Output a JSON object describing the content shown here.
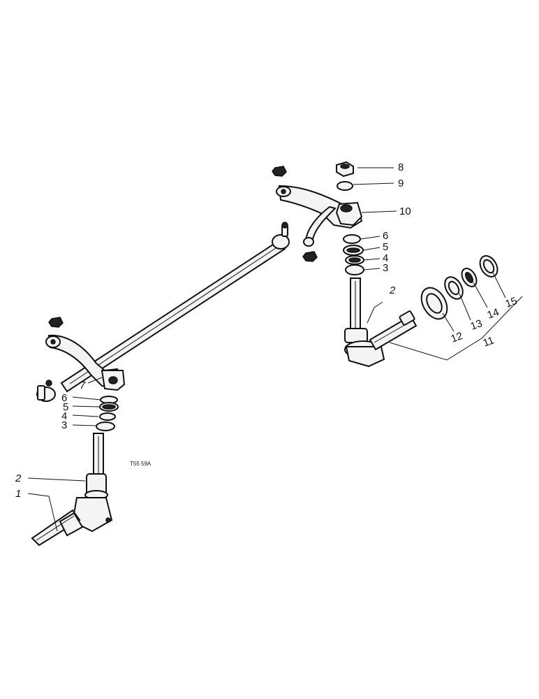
{
  "figure_ref": "T55 59A",
  "callouts": {
    "c1": "1",
    "c2_left": "2",
    "c2_right": "2",
    "c3_left": "3",
    "c3_right": "3",
    "c4_left": "4",
    "c4_right": "4",
    "c5_left": "5",
    "c5_right": "5",
    "c6_left": "6",
    "c6_right": "6",
    "c7": "7",
    "c8": "8",
    "c9": "9",
    "c10": "10",
    "c11": "11",
    "c12": "12",
    "c13": "13",
    "c14": "14",
    "c15": "15"
  },
  "parts": {
    "spindle_left": "steering-spindle-left",
    "spindle_right": "steering-spindle-right",
    "tie_rod": "tie-rod",
    "steering_arm_left": "steering-arm-left",
    "steering_arm_right": "steering-arm-right",
    "bearing_stack_left": "thrust-bearing-stack-left",
    "bearing_stack_right": "thrust-bearing-stack-right",
    "nut": "nut",
    "washer": "washer",
    "hub_seal": "hub-seal",
    "hub_bearings": "hub-bearing-set"
  }
}
